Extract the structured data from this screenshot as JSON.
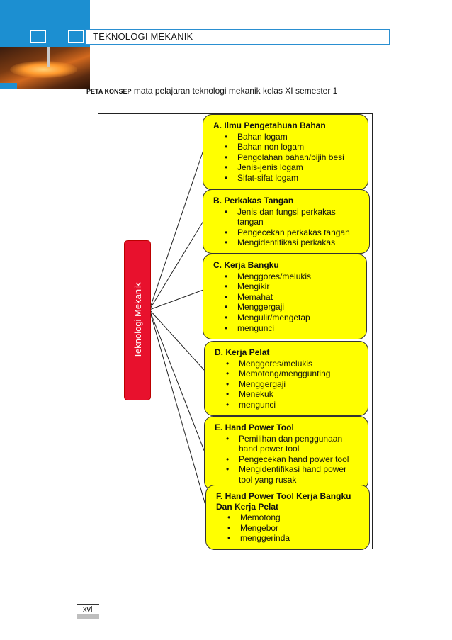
{
  "header": {
    "title": "TEKNOLOGI MEKANIK"
  },
  "intro": {
    "keyword": "PETA KONSEP",
    "text": " mata pelajaran teknologi mekanik kelas XI semester 1"
  },
  "center": {
    "label": "Teknologi Mekanik"
  },
  "boxes": [
    {
      "title": "A. Ilmu Pengetahuan Bahan",
      "items": [
        "Bahan logam",
        "Bahan non logam",
        "Pengolahan bahan/bijih besi",
        "Jenis-jenis logam",
        "Sifat-sifat logam"
      ]
    },
    {
      "title": "B.  Perkakas Tangan",
      "items": [
        "Jenis dan fungsi perkakas tangan",
        "Pengecekan perkakas tangan",
        "Mengidentifikasi perkakas"
      ]
    },
    {
      "title": "C. Kerja Bangku",
      "items": [
        "Menggores/melukis",
        "Mengikir",
        "Memahat",
        "Menggergaji",
        "Mengulir/mengetap",
        "mengunci"
      ]
    },
    {
      "title": "D. Kerja Pelat",
      "items": [
        "Menggores/melukis",
        "Memotong/menggunting",
        "Menggergaji",
        "Menekuk",
        "mengunci"
      ]
    },
    {
      "title": "E. Hand Power Tool",
      "items": [
        "Pemilihan dan penggunaan hand power tool",
        "Pengecekan hand power tool",
        "Mengidentifikasi hand power tool yang rusak"
      ]
    },
    {
      "title": "F. Hand Power Tool Kerja Bangku Dan Kerja Pelat",
      "items": [
        "Memotong",
        "Mengebor",
        "menggerinda"
      ]
    }
  ],
  "footer": {
    "page_number": "xvi"
  },
  "colors": {
    "header_blue": "#1c8fd1",
    "node_red": "#e8112d",
    "box_yellow": "#ffff00"
  }
}
